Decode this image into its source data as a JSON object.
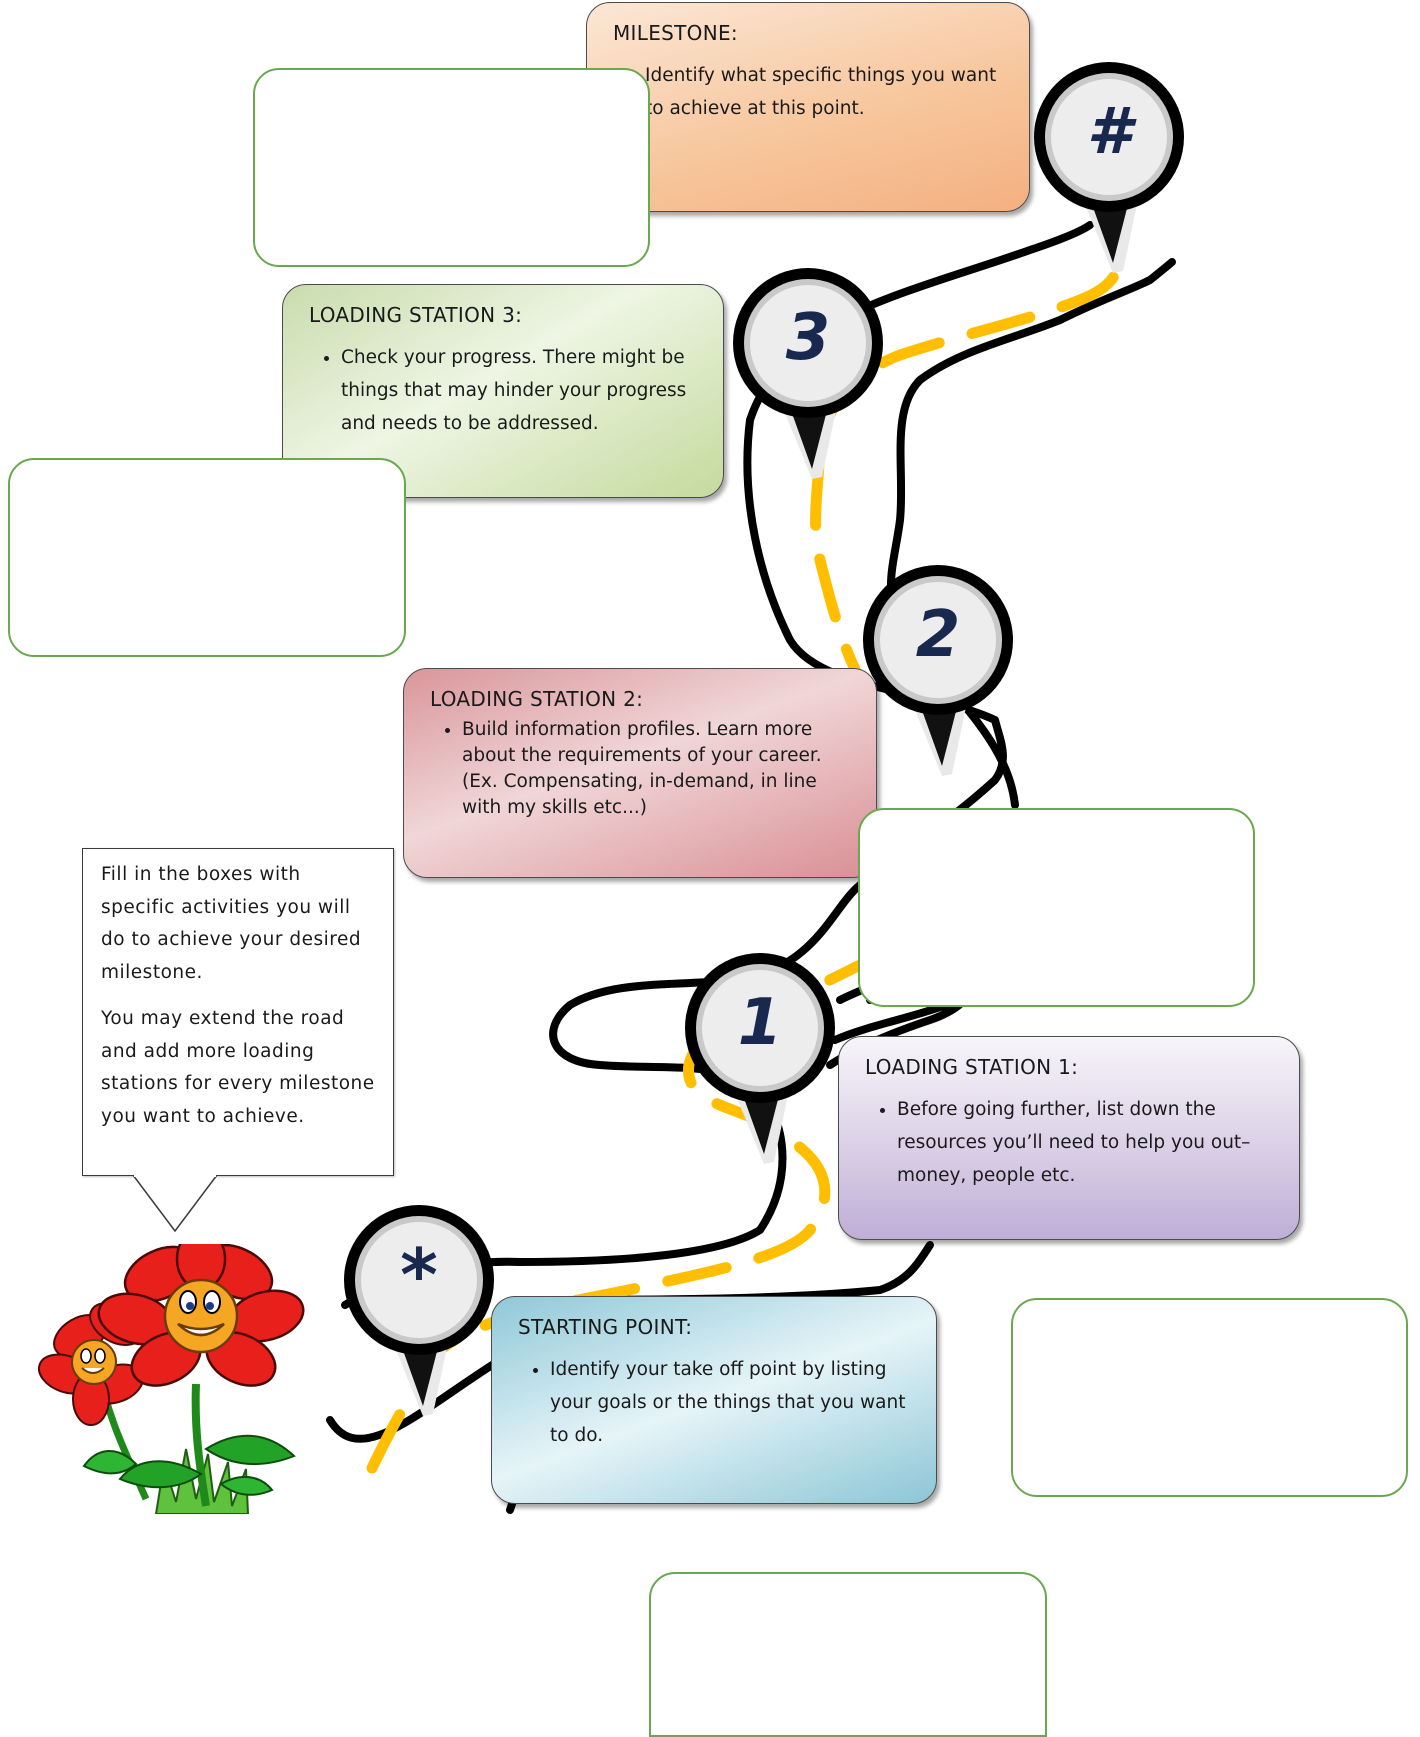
{
  "cards": {
    "milestone": {
      "title": "MILESTONE:",
      "bullet": "Identify what specific things you want to achieve at this point."
    },
    "loading_station_3": {
      "title": "LOADING STATION 3:",
      "bullet": "Check your progress. There might be things that may hinder your progress and needs to be addressed."
    },
    "loading_station_2": {
      "title": "LOADING STATION 2:",
      "bullet": "Build information profiles. Learn more about the requirements of your career. (Ex. Compensating, in-demand, in line with my skills etc...)"
    },
    "loading_station_1": {
      "title": "LOADING STATION 1:",
      "bullet": "Before going further, list down the resources you’ll need to help you out– money, people etc."
    },
    "starting_point": {
      "title": "STARTING POINT:",
      "bullet": "Identify your take off point by listing your goals or the things that you want to do."
    }
  },
  "markers": {
    "milestone": "#",
    "station_3": "3",
    "station_2": "2",
    "station_1": "1",
    "start": "*"
  },
  "callout": {
    "paragraph_1": "Fill in the boxes with specific activities you will do to achieve your desired milestone.",
    "paragraph_2": "You may extend the road and add more loading stations for every milestone you want to achieve."
  },
  "colors": {
    "road_line": "#ffbf00",
    "fill_box_border": "#6aa84f",
    "marker_label": "#18284f"
  }
}
